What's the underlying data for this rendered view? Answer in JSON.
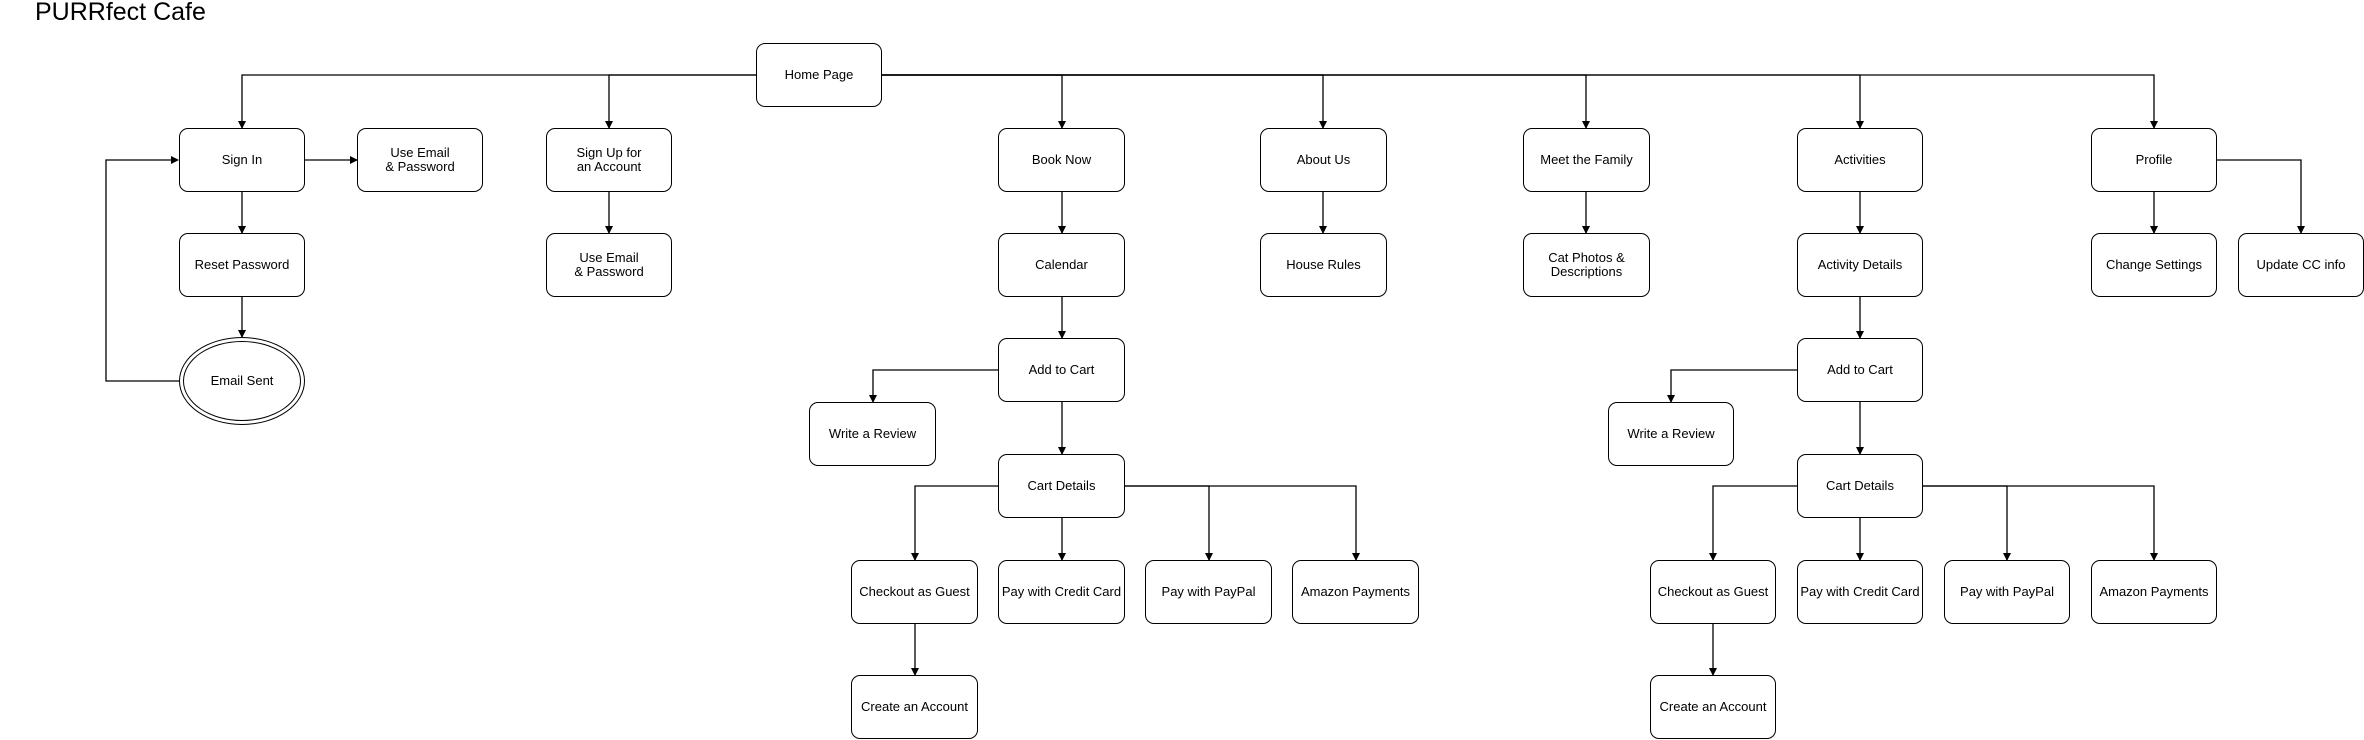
{
  "title": "PURRfect Cafe",
  "nodes": {
    "home": "Home Page",
    "sign_in": "Sign In",
    "use_email_1": "Use Email\n& Password",
    "reset_password": "Reset Password",
    "email_sent": "Email Sent",
    "sign_up": "Sign Up for\nan Account",
    "use_email_2": "Use Email\n& Password",
    "book_now": "Book Now",
    "calendar": "Calendar",
    "add_to_cart_1": "Add to Cart",
    "write_review_1": "Write a Review",
    "cart_details_1": "Cart Details",
    "checkout_guest_1": "Checkout as Guest",
    "pay_credit_1": "Pay with Credit Card",
    "pay_paypal_1": "Pay with PayPal",
    "amazon_1": "Amazon Payments",
    "create_account_1": "Create an Account",
    "about_us": "About Us",
    "house_rules": "House Rules",
    "meet_family": "Meet the Family",
    "cat_photos": "Cat Photos &\nDescriptions",
    "activities": "Activities",
    "activity_details": "Activity Details",
    "add_to_cart_2": "Add to Cart",
    "write_review_2": "Write a Review",
    "cart_details_2": "Cart Details",
    "checkout_guest_2": "Checkout as Guest",
    "pay_credit_2": "Pay with Credit Card",
    "pay_paypal_2": "Pay with PayPal",
    "amazon_2": "Amazon Payments",
    "create_account_2": "Create an Account",
    "profile": "Profile",
    "change_settings": "Change Settings",
    "update_cc": "Update CC info"
  }
}
